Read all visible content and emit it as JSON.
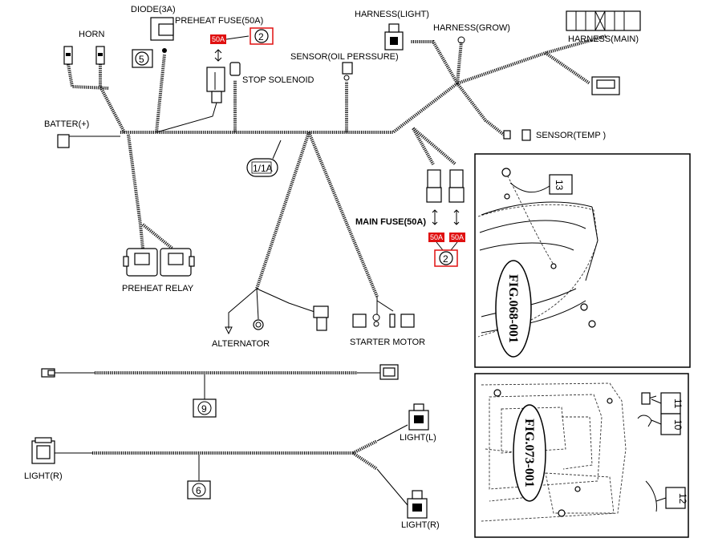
{
  "labels": {
    "horn": "HORN",
    "diode": "DIODE(3A)",
    "preheat_fuse": "PREHEAT FUSE(50A)",
    "harness_light": "HARNESS(LIGHT)",
    "harness_grow": "HARNESS(GROW)",
    "harness_main": "HARNESS(MAIN)",
    "sensor_oil": "SENSOR(OIL PERSSURE)",
    "stop_solenoid": "STOP SOLENOID",
    "battery": "BATTER(+)",
    "sensor_temp": "SENSOR(TEMP )",
    "main_fuse": "MAIN FUSE(50A)",
    "preheat_relay": "PREHEAT RELAY",
    "alternator": "ALTERNATOR",
    "starter_motor": "STARTER MOTOR",
    "light_l": "LIGHT(L)",
    "light_r_left": "LIGHT(R)",
    "light_r_bottom": "LIGHT(R)"
  },
  "callouts": {
    "diode_ref": "5",
    "preheat_fuse_ref": "2",
    "main_fuse_ref": "2",
    "main_ref": "1/1A",
    "harness_9": "9",
    "harness_6": "6",
    "ref_13": "13",
    "ref_11": "11",
    "ref_10": "10",
    "ref_12": "12"
  },
  "fuse_tags": {
    "preheat": "50A",
    "main_left": "50A",
    "main_right": "50A"
  },
  "figures": {
    "fig_top": "FIG.068-001",
    "fig_bottom": "FIG.073-001"
  },
  "colors": {
    "fuse_tag": "#e01010",
    "callout_red": "#e01010"
  }
}
